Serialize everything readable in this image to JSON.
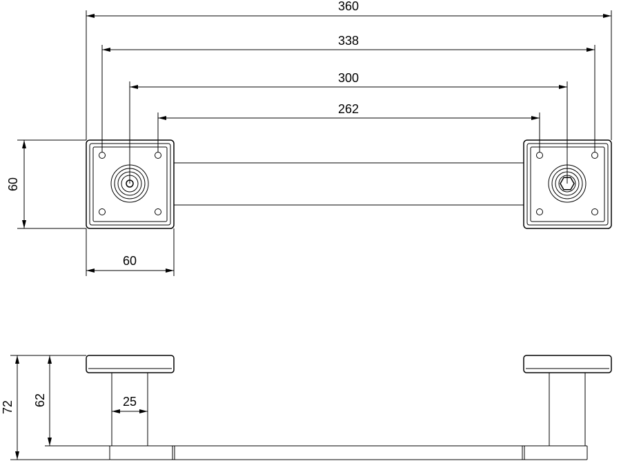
{
  "dimensions": {
    "overall_length": "360",
    "outer_hole_spacing": "338",
    "center_spacing": "300",
    "inner_hole_spacing": "262",
    "base_height": "60",
    "base_width": "60",
    "total_height": "72",
    "height_to_bar": "62",
    "post_diameter": "25"
  },
  "colors": {
    "line": "#000000",
    "background": "#ffffff"
  },
  "icons": {
    "left_screw": "round-screw-head",
    "right_screw": "hex-socket-screw-head"
  }
}
